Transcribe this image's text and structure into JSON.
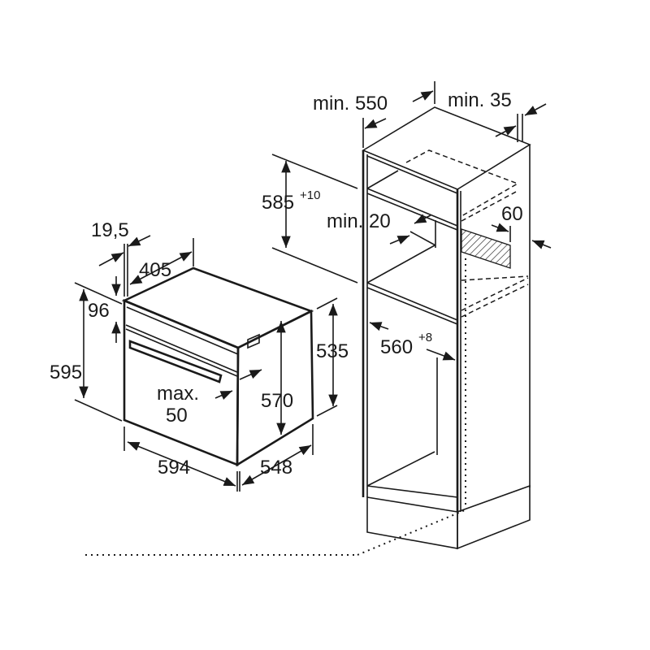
{
  "diagram": {
    "title": "Oven built-in installation dimensions (mm)",
    "oven_labels": {
      "depth_offset": "19,5",
      "top_depth": "405",
      "panel_height": "96",
      "total_height": "595",
      "handle_clearance_prefix": "max.",
      "handle_clearance_value": "50",
      "body_height": "570",
      "side_height": "535",
      "width": "594",
      "depth": "548"
    },
    "cabinet_labels": {
      "min_depth": "min. 550",
      "min_back_gap": "min. 35",
      "niche_height": "585",
      "niche_height_tolerance": "+10",
      "min_vent": "min. 20",
      "vent_depth": "60",
      "niche_width": "560",
      "niche_width_tolerance": "+8"
    },
    "accent_color": "#1a1a1a"
  }
}
